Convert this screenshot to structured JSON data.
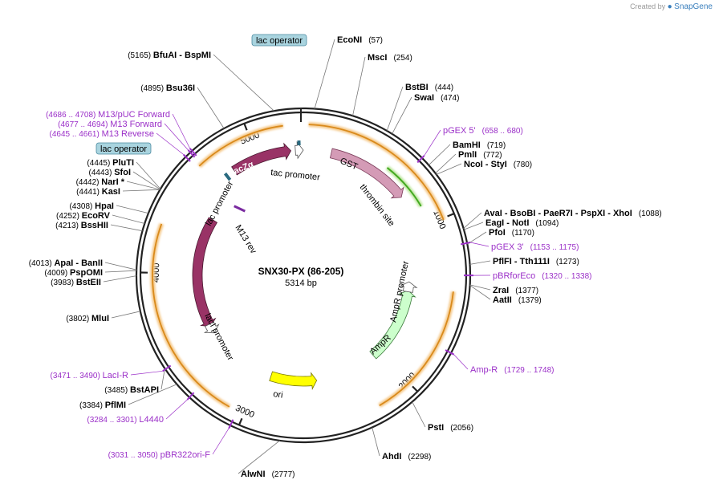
{
  "credit": {
    "created_by": "Created by",
    "brand": "SnapGene"
  },
  "map": {
    "name": "SNX30-PX (86-205)",
    "size": "5314 bp",
    "total_bp": 5314
  },
  "ticks": [
    "1000",
    "2000",
    "3000",
    "4000",
    "5000"
  ],
  "sites": [
    {
      "name": "EcoNI",
      "pos": "(57)"
    },
    {
      "name": "MscI",
      "pos": "(254)"
    },
    {
      "name": "BstBI",
      "pos": "(444)"
    },
    {
      "name": "SwaI",
      "pos": "(474)"
    },
    {
      "name": "BamHI",
      "pos": "(719)"
    },
    {
      "name": "PmlI",
      "pos": "(772)"
    },
    {
      "name": "NcoI",
      "extra": "- StyI",
      "pos": "(780)"
    },
    {
      "name": "AvaI",
      "extra": "- BsoBI  - PaeR7I  - PspXI  - XhoI",
      "pos": "(1088)"
    },
    {
      "name": "EagI",
      "extra": "- NotI",
      "pos": "(1094)"
    },
    {
      "name": "PfoI",
      "pos": "(1170)"
    },
    {
      "name": "PflFI",
      "extra": "- Tth111I",
      "pos": "(1273)"
    },
    {
      "name": "ZraI",
      "pos": "(1377)"
    },
    {
      "name": "AatII",
      "pos": "(1379)"
    },
    {
      "name": "PstI",
      "pos": "(2056)"
    },
    {
      "name": "AhdI",
      "pos": "(2298)"
    },
    {
      "name": "AlwNI",
      "pos": "(2777)"
    },
    {
      "name": "PflMI",
      "pos": "(3384)"
    },
    {
      "name": "BstAPI",
      "pos": "(3485)"
    },
    {
      "name": "MluI",
      "pos": "(3802)"
    },
    {
      "name": "BstEII",
      "pos": "(3983)"
    },
    {
      "name": "PspOMI",
      "pos": "(4009)"
    },
    {
      "name": "ApaI",
      "extra": "- BanII",
      "pos": "(4013)"
    },
    {
      "name": "BssHII",
      "pos": "(4213)"
    },
    {
      "name": "EcoRV",
      "pos": "(4252)"
    },
    {
      "name": "HpaI",
      "pos": "(4308)"
    },
    {
      "name": "KasI",
      "pos": "(4441)"
    },
    {
      "name": "NarI *",
      "pos": "(4442)"
    },
    {
      "name": "SfoI",
      "pos": "(4443)"
    },
    {
      "name": "PluTI",
      "pos": "(4445)"
    },
    {
      "name": "Bsu36I",
      "pos": "(4895)"
    },
    {
      "name": "BfuAI",
      "extra": "- BspMI",
      "pos": "(5165)"
    }
  ],
  "primers": [
    {
      "name": "pGEX 5'",
      "range": "(658 .. 680)"
    },
    {
      "name": "pGEX 3'",
      "range": "(1153 .. 1175)"
    },
    {
      "name": "pBRforEco",
      "range": "(1320 .. 1338)"
    },
    {
      "name": "Amp-R",
      "range": "(1729 .. 1748)"
    },
    {
      "name": "L4440",
      "range": "(3284 .. 3301)"
    },
    {
      "name": "pBR322ori-F",
      "range": "(3031 .. 3050)"
    },
    {
      "name": "LacI-R",
      "range": "(3471 .. 3490)"
    },
    {
      "name": "M13 Reverse",
      "range": "(4645 .. 4661)"
    },
    {
      "name": "M13 Forward",
      "range": "(4677 .. 4694)"
    },
    {
      "name": "M13/pUC Forward",
      "range": "(4686 .. 4708)"
    }
  ],
  "features": {
    "lac_operator_top": "lac operator",
    "lac_operator_left": "lac operator",
    "gst": "GST",
    "thrombin": "thrombin site",
    "tac": "tac promoter",
    "laczalpha": "lacZα",
    "lac_promoter": "lac promoter",
    "m13rev": "M13 rev",
    "laci": "lacI",
    "laci_promoter": "lacI promoter",
    "ampr_promoter": "AmpR promoter",
    "ampr": "AmpR",
    "ori": "ori"
  },
  "colors": {
    "primer": "#9b30c8",
    "orf": "#f2a73a",
    "gst": "#d49bb6",
    "laci": "#993366",
    "ampr": "#ccffcc",
    "ori": "#ffff00",
    "thrombin": "#66aa22",
    "operator_box": "#a9d4df"
  }
}
